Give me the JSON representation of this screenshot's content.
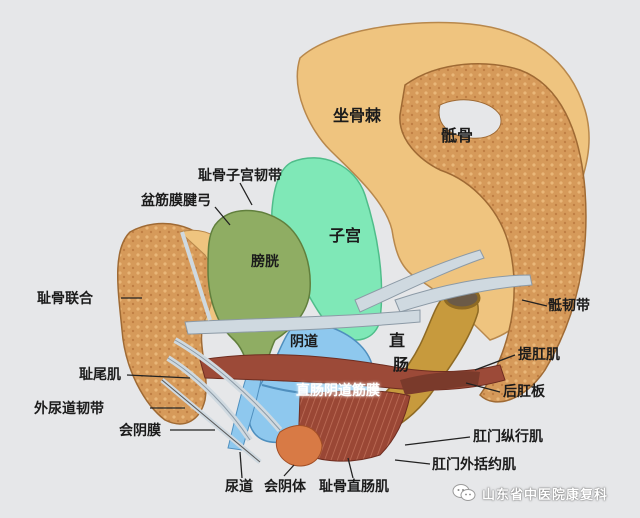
{
  "labels": {
    "ischial_spine": "坐骨棘",
    "sacrum": "骶骨",
    "pubocervical_ligament": "耻骨子宫韧带",
    "tendinous_arch": "盆筋膜腱弓",
    "uterus": "子宫",
    "bladder": "膀胱",
    "pubic_symphysis": "耻骨联合",
    "sacrospinous_ligament": "骶韧带",
    "vagina": "阴道",
    "rectum_line1": "直",
    "rectum_line2": "肠",
    "levator_ani": "提肛肌",
    "pubococcygeus": "耻尾肌",
    "rectovaginal_fascia": "直肠阴道筋膜",
    "anococcygeal_plate": "后肛板",
    "external_urethral_ligament": "外尿道韧带",
    "perineal_membrane": "会阴膜",
    "longitudinal_anal_muscle": "肛门纵行肌",
    "external_anal_sphincter": "肛门外括约肌",
    "urethra": "尿道",
    "perineal_body": "会阴体",
    "puborectalis": "耻骨直肠肌"
  },
  "watermark": {
    "text": "山东省中医院康复科",
    "icon": "wechat-icon"
  },
  "colors": {
    "background": "#e6e7e9",
    "bone": "#efc47f",
    "bone_cut": "#d9a25f",
    "uterus": "#7fe8b7",
    "bladder": "#8fad63",
    "vagina": "#8ec8ee",
    "rectum": "#c79a3d",
    "muscle": "#9c4a38",
    "ligament": "#cfd9e0"
  }
}
